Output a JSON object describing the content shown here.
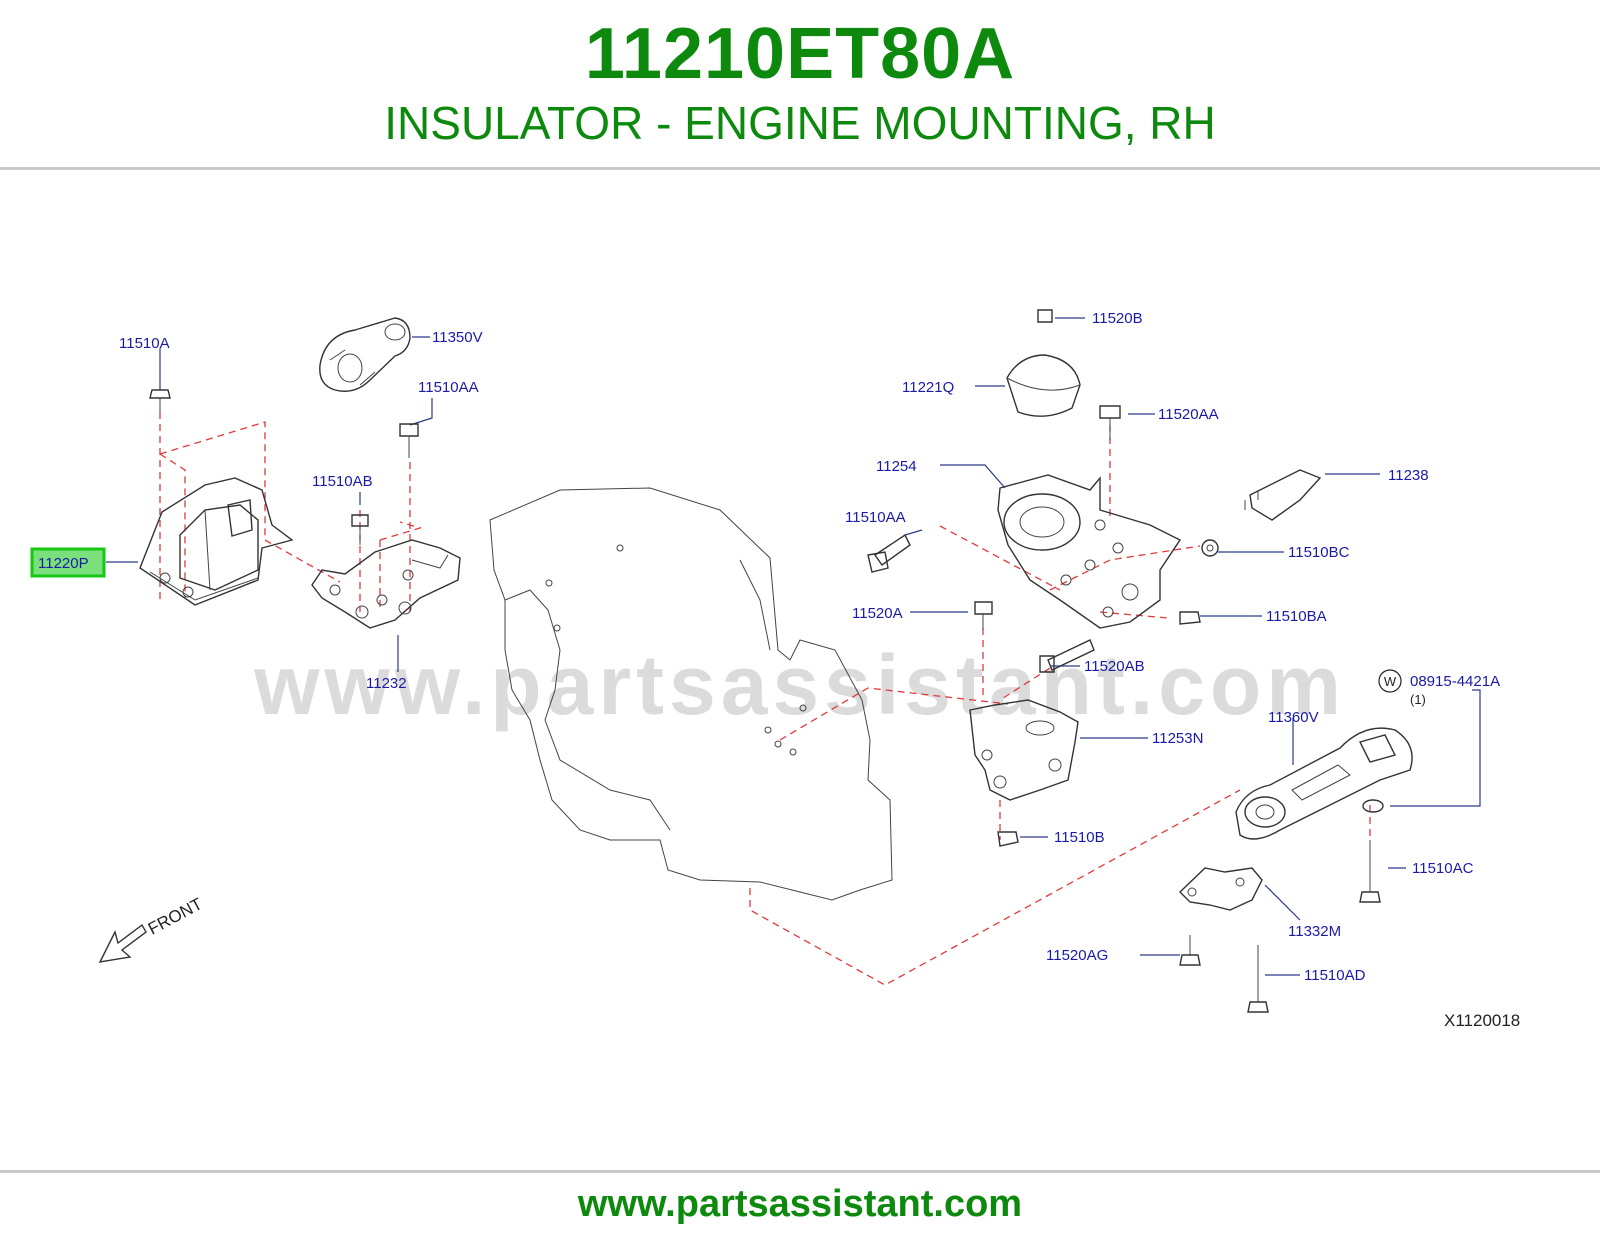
{
  "header": {
    "part_number": "11210ET80A",
    "description": "INSULATOR - ENGINE MOUNTING, RH"
  },
  "footer": {
    "url": "www.partsassistant.com"
  },
  "watermark": {
    "text": "www.partsassistant.com"
  },
  "diagram": {
    "highlighted_part": "11220P",
    "illustration_code": "X1120018",
    "front_label": "FRONT",
    "weld_symbol": "W",
    "labels": {
      "p11510A": "11510A",
      "p11350V": "11350V",
      "p11510AA_left": "11510AA",
      "p11510AB": "11510AB",
      "p11220P": "11220P",
      "p11232": "11232",
      "p11520B": "11520B",
      "p11221Q": "11221Q",
      "p11520AA": "11520AA",
      "p11254": "11254",
      "p11238": "11238",
      "p11510AA_right": "11510AA",
      "p11510BC": "11510BC",
      "p11520A": "11520A",
      "p11510BA": "11510BA",
      "p11520AB": "11520AB",
      "p08915": "08915-4421A",
      "p08915_qty": "(1)",
      "p11360V": "11360V",
      "p11253N": "11253N",
      "p11510B": "11510B",
      "p11510AC": "11510AC",
      "p11332M": "11332M",
      "p11520AG": "11520AG",
      "p11510AD": "11510AD"
    }
  },
  "colors": {
    "title_green": "#0d8a0d",
    "label_blue": "#1a1aa8",
    "dashed_red": "#e03a3a",
    "highlight_green": "#7be07b"
  }
}
